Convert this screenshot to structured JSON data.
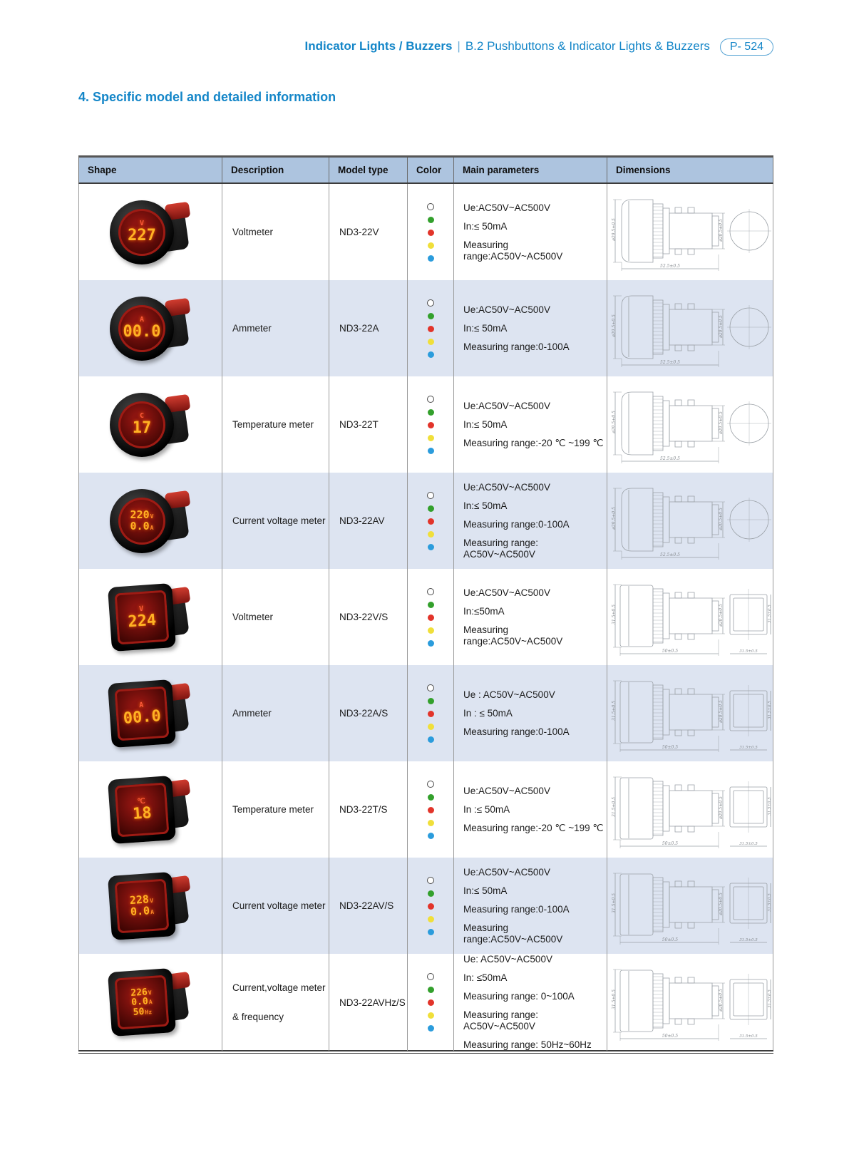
{
  "page_header": {
    "title_bold": "Indicator Lights / Buzzers",
    "separator": "|",
    "subtitle": "B.2 Pushbuttons & Indicator Lights & Buzzers",
    "page_badge": "P- 524"
  },
  "section_title": "4. Specific model and detailed information",
  "colors": {
    "accent_blue": "#1486c8",
    "table_header_bg": "#adc4df",
    "alt_row_bg": "#dde4f1"
  },
  "table": {
    "columns": [
      "Shape",
      "Description",
      "Model type",
      "Color",
      "Main parameters",
      "Dimensions"
    ],
    "color_dots": [
      {
        "name": "white",
        "hex": "#ffffff",
        "outline": true
      },
      {
        "name": "green",
        "hex": "#33a02c"
      },
      {
        "name": "red",
        "hex": "#e2342a"
      },
      {
        "name": "yellow",
        "hex": "#f0df3a"
      },
      {
        "name": "blue",
        "hex": "#2b9cdc"
      }
    ],
    "dim_labels": {
      "round": {
        "left": "ø29.5±0.5",
        "right": "ø20.5±0.5",
        "bottom": "52.5±0.5"
      },
      "square": {
        "left": "31.5±0.5",
        "right": "ø20.5±0.5",
        "bottom": "50±0.5",
        "front_side": "31.5±0.5",
        "front_bottom": "31.5±0.5"
      }
    },
    "rows": [
      {
        "shape": "round",
        "display": {
          "top": "V",
          "lines": [
            {
              "t": "227",
              "u": ""
            }
          ]
        },
        "description": [
          "Voltmeter"
        ],
        "model": "ND3-22V",
        "params": [
          "Ue:AC50V~AC500V",
          "In:≤ 50mA",
          "Measuring range:AC50V~AC500V"
        ],
        "dims": "round"
      },
      {
        "shape": "round",
        "display": {
          "top": "A",
          "lines": [
            {
              "t": "00.0",
              "u": ""
            }
          ]
        },
        "description": [
          "Ammeter"
        ],
        "model": "ND3-22A",
        "params": [
          "Ue:AC50V~AC500V",
          "In:≤ 50mA",
          "Measuring range:0-100A"
        ],
        "dims": "round"
      },
      {
        "shape": "round",
        "display": {
          "top": "C",
          "lines": [
            {
              "t": "17",
              "u": ""
            }
          ]
        },
        "description": [
          "Temperature meter"
        ],
        "model": "ND3-22T",
        "params": [
          "Ue:AC50V~AC500V",
          "In:≤ 50mA",
          "Measuring range:-20 ℃ ~199 ℃"
        ],
        "dims": "round"
      },
      {
        "shape": "round",
        "display": {
          "top": "",
          "lines": [
            {
              "t": "220",
              "u": "V"
            },
            {
              "t": "0.0",
              "u": "A"
            }
          ]
        },
        "description": [
          "Current voltage meter"
        ],
        "model": "ND3-22AV",
        "params": [
          "Ue:AC50V~AC500V",
          "In:≤ 50mA",
          "Measuring range:0-100A",
          "Measuring range: AC50V~AC500V"
        ],
        "dims": "round"
      },
      {
        "shape": "square",
        "display": {
          "top": "V",
          "lines": [
            {
              "t": "224",
              "u": ""
            }
          ]
        },
        "description": [
          "Voltmeter"
        ],
        "model": "ND3-22V/S",
        "params": [
          "Ue:AC50V~AC500V",
          "In:≤50mA",
          "Measuring range:AC50V~AC500V"
        ],
        "dims": "square"
      },
      {
        "shape": "square",
        "display": {
          "top": "A",
          "lines": [
            {
              "t": "00.0",
              "u": ""
            }
          ]
        },
        "description": [
          "Ammeter"
        ],
        "model": "ND3-22A/S",
        "params": [
          "Ue : AC50V~AC500V",
          "In : ≤ 50mA",
          "Measuring range:0-100A"
        ],
        "dims": "square"
      },
      {
        "shape": "square",
        "display": {
          "top": "℃",
          "lines": [
            {
              "t": "18",
              "u": ""
            }
          ]
        },
        "description": [
          "Temperature meter"
        ],
        "model": "ND3-22T/S",
        "params": [
          "Ue:AC50V~AC500V",
          "In :≤ 50mA",
          "Measuring range:-20 ℃ ~199 ℃"
        ],
        "dims": "square"
      },
      {
        "shape": "square",
        "display": {
          "top": "",
          "lines": [
            {
              "t": "228",
              "u": "V"
            },
            {
              "t": "0.0",
              "u": "A"
            }
          ]
        },
        "description": [
          "Current voltage meter"
        ],
        "model": "ND3-22AV/S",
        "params": [
          "Ue:AC50V~AC500V",
          "In:≤ 50mA",
          "Measuring range:0-100A",
          "Measuring range:AC50V~AC500V"
        ],
        "dims": "square"
      },
      {
        "shape": "square",
        "display": {
          "top": "",
          "lines": [
            {
              "t": "226",
              "u": "V"
            },
            {
              "t": "0.0",
              "u": "A"
            },
            {
              "t": "50",
              "u": "Hz"
            }
          ]
        },
        "description": [
          "Current,voltage meter",
          "& frequency"
        ],
        "model": "ND3-22AVHz/S",
        "params": [
          "Ue: AC50V~AC500V",
          "In: ≤50mA",
          "Measuring range: 0~100A",
          "Measuring range: AC50V~AC500V",
          "Measuring range: 50Hz~60Hz"
        ],
        "dims": "square"
      }
    ]
  }
}
